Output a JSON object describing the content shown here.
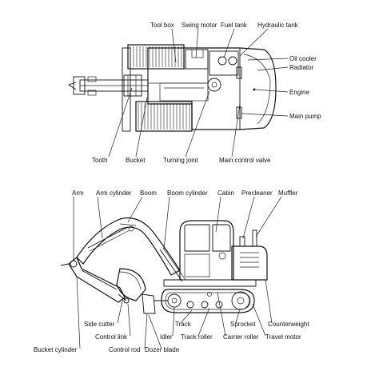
{
  "top_view": {
    "labels": {
      "tool_box": "Tool box",
      "swing_motor": "Swing motor",
      "fuel_tank": "Fuel tank",
      "hydraulic_tank": "Hydraulic tank",
      "oil_cooler": "Oil cooler",
      "radiator": "Radiator",
      "engine": "Engine",
      "main_pump": "Main pump",
      "tooth": "Tooth",
      "bucket": "Bucket",
      "turning_joint": "Turning joint",
      "main_control_valve": "Main control valve"
    }
  },
  "side_view": {
    "labels": {
      "arm": "Arm",
      "arm_cylinder": "Arm cylinder",
      "boom": "Boom",
      "boom_cylinder": "Boom cylinder",
      "cabin": "Cabin",
      "precleaner": "Precleaner",
      "muffler": "Muffler",
      "side_cutter": "Side cutter",
      "control_link": "Control link",
      "bucket_cylinder": "Bucket cylinder",
      "control_rod": "Control rod",
      "dozer_blade": "Dozer blade",
      "idler": "Idler",
      "track": "Track",
      "track_roller": "Track roller",
      "carrier_roller": "Carrier roller",
      "sprocket": "Sprocket",
      "travel_motor": "Travel motor",
      "counterweight": "Counterweight"
    }
  }
}
